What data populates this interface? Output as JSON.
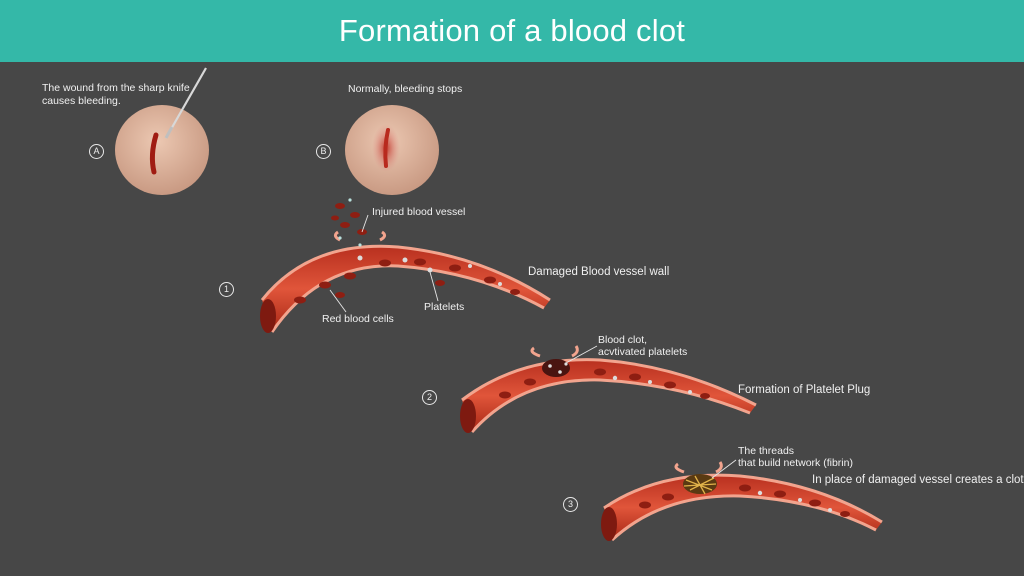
{
  "title": "Formation of a blood clot",
  "panel_a": {
    "marker": "A",
    "caption_line1": "The wound from the sharp knife",
    "caption_line2": "causes bleeding."
  },
  "panel_b": {
    "marker": "B",
    "caption": "Normally, bleeding stops"
  },
  "step1": {
    "marker": "1",
    "title": "Damaged Blood vessel wall",
    "labels": {
      "injured": "Injured blood vessel",
      "platelets": "Platelets",
      "rbc": "Red blood cells"
    }
  },
  "step2": {
    "marker": "2",
    "title": "Formation of Platelet Plug",
    "label_line1": "Blood clot,",
    "label_line2": "acvtivated platelets"
  },
  "step3": {
    "marker": "3",
    "title": "In place of damaged vessel creates a clot",
    "label_line1": "The threads",
    "label_line2": "that build network (fibrin)"
  },
  "colors": {
    "header": "#34b8a8",
    "background": "#474747",
    "skin": "#dcb19a",
    "vessel": "#d9452e",
    "vessel_wall": "#f0a08a"
  }
}
